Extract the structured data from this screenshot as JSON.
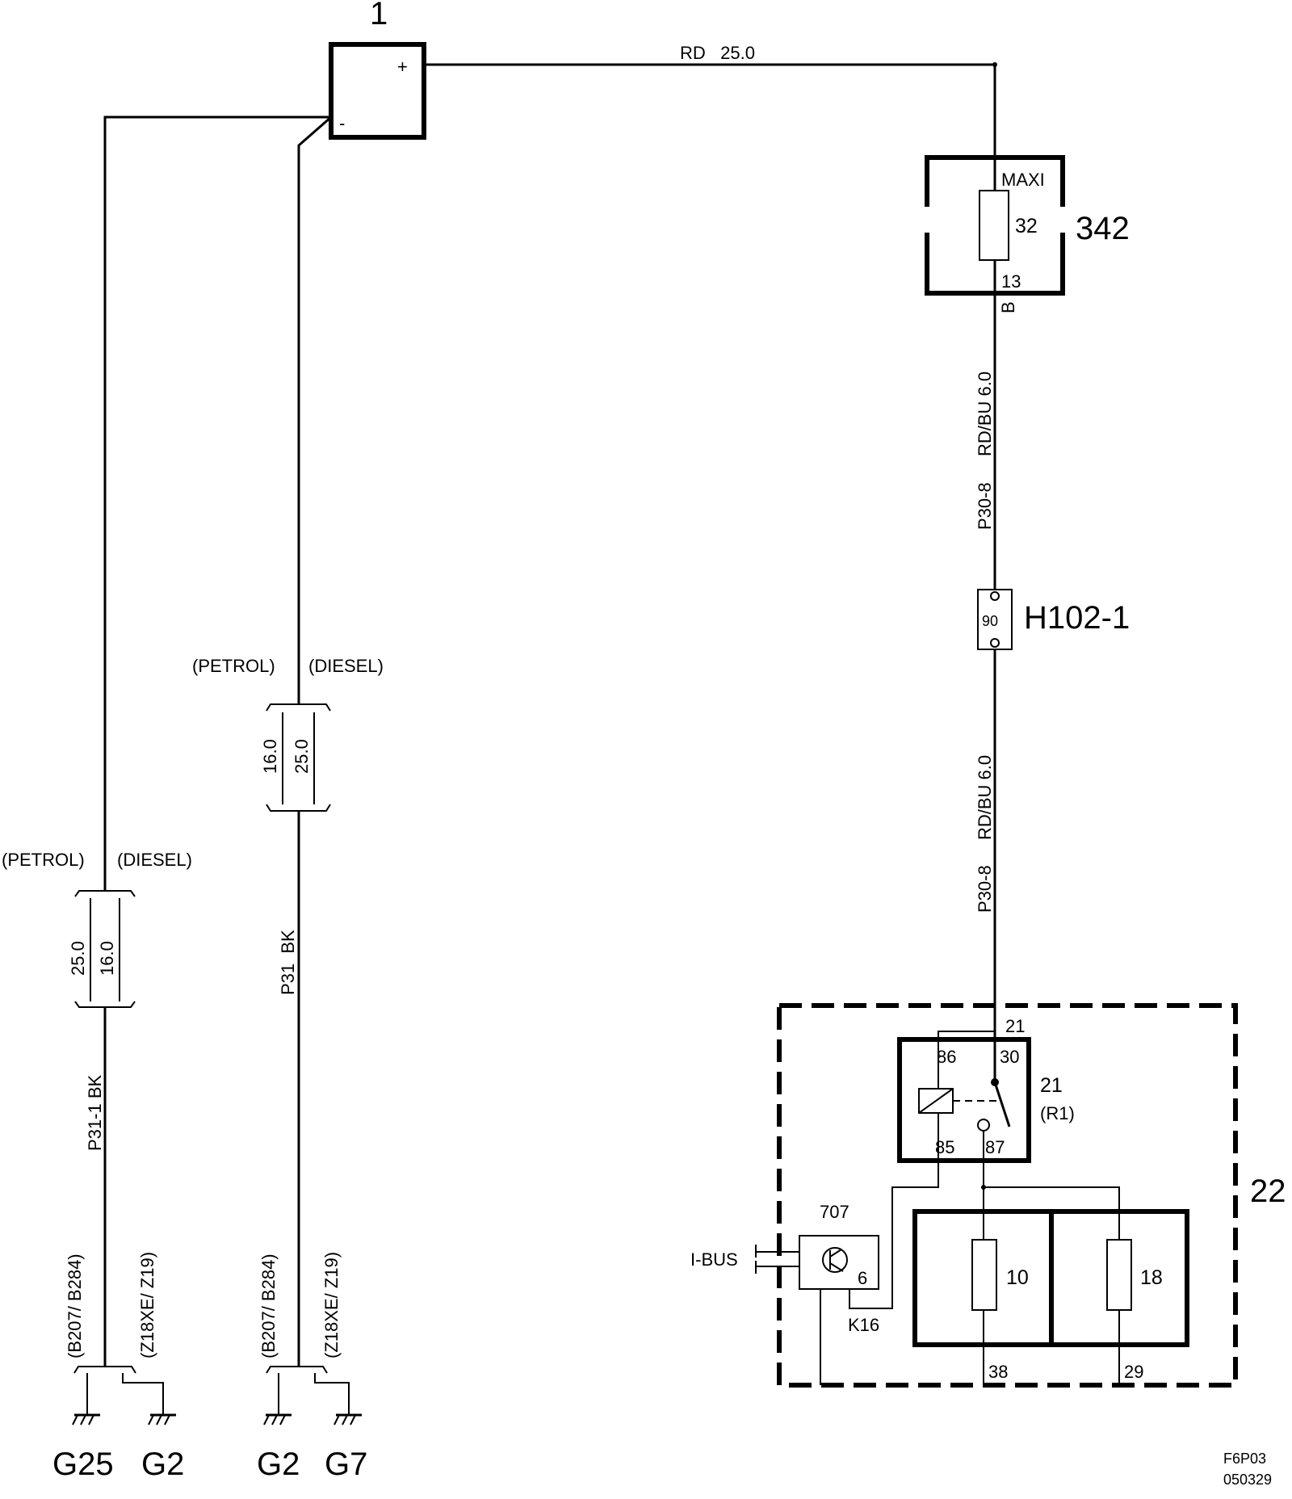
{
  "components": {
    "battery": {
      "id": "1",
      "plus": "+",
      "minus": "-"
    },
    "fuse_box": {
      "id": "342",
      "type": "MAXI",
      "fuse": "32",
      "pin_out": "13",
      "pin_letter": "B"
    },
    "connector": {
      "id": "H102-1",
      "pin": "90"
    },
    "unit": {
      "id": "22"
    },
    "relay": {
      "id": "21",
      "sub": "(R1)",
      "connector_pin": "21",
      "pins": [
        "86",
        "30",
        "85",
        "87"
      ]
    },
    "module": {
      "id": "707",
      "pin": "6",
      "bus": "I-BUS",
      "output": "K16"
    },
    "fuse_10": {
      "id": "10",
      "pin": "38"
    },
    "fuse_18": {
      "id": "18",
      "pin": "29"
    }
  },
  "wires": {
    "battery_positive": "RD   25.0",
    "fuse_to_connector": {
      "code": "P30-8",
      "spec": "RD/BU 6.0"
    },
    "connector_to_unit": {
      "code": "P30-8",
      "spec": "RD/BU 6.0"
    },
    "ground_1": {
      "code": "P31-1 BK",
      "variant_a": "(PETROL)",
      "variant_b": "(DIESEL)",
      "size_a": "25.0",
      "size_b": "16.0"
    },
    "ground_2": {
      "code": "P31  BK",
      "variant_a": "(PETROL)",
      "variant_b": "(DIESEL)",
      "size_a": "16.0",
      "size_b": "25.0"
    }
  },
  "grounds": {
    "left": {
      "engine_a": "(B207/ B284)",
      "engine_b": "(Z18XE/ Z19)",
      "point_a": "G25",
      "point_b": "G2"
    },
    "right": {
      "engine_a": "(B207/ B284)",
      "engine_b": "(Z18XE/ Z19)",
      "point_a": "G2",
      "point_b": "G7"
    }
  },
  "footer": {
    "code": "F6P03",
    "date": "050329"
  }
}
